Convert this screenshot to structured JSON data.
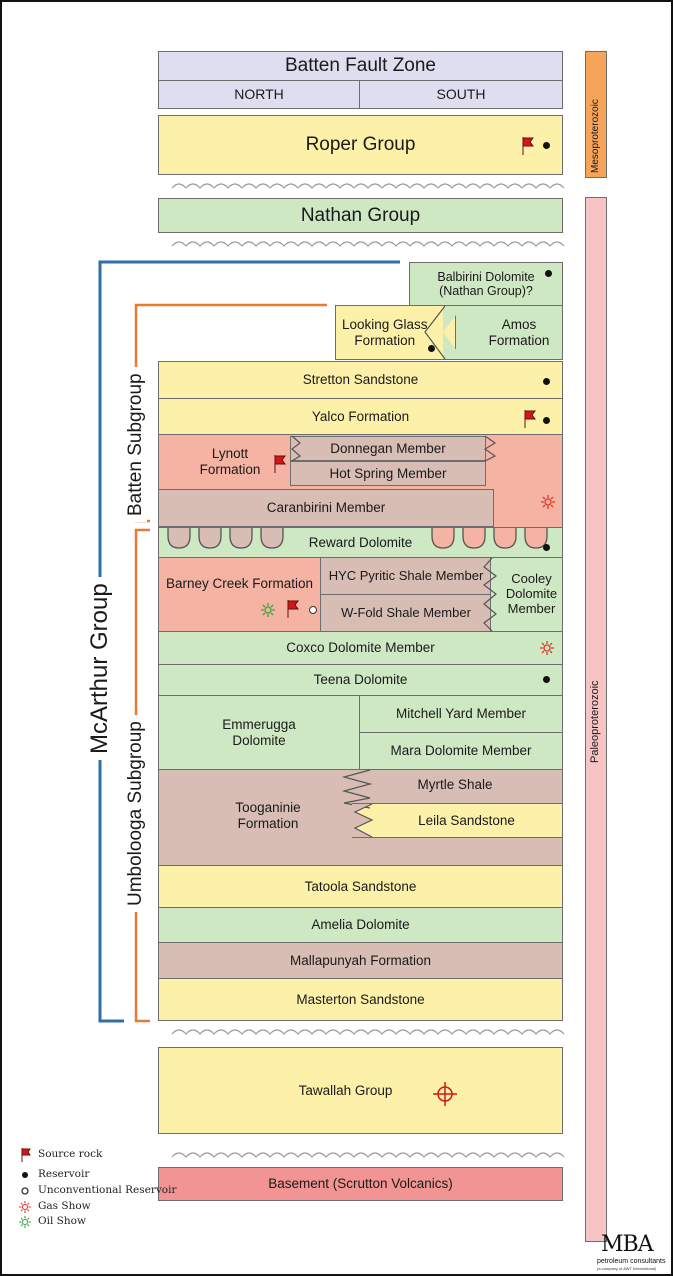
{
  "header": {
    "zone": "Batten Fault Zone",
    "north": "NORTH",
    "south": "SOUTH"
  },
  "eras": {
    "meso": "Mesoproterozoic",
    "paleo": "Paleoproterozoic"
  },
  "groups": {
    "mcarthur": "McArthur Group",
    "batten": "Batten Subgroup",
    "umbolooga": "Umbolooga Subgroup"
  },
  "units": {
    "roper": "Roper Group",
    "nathan": "Nathan Group",
    "balbirini": "Balbirini Dolomite\n(Nathan Group)?",
    "looking_glass": "Looking Glass\nFormation",
    "amos": "Amos\nFormation",
    "stretton": "Stretton Sandstone",
    "yalco": "Yalco Formation",
    "lynott": "Lynott\nFormation",
    "donnegan": "Donnegan Member",
    "hot_spring": "Hot Spring Member",
    "caranbirini": "Caranbirini Member",
    "reward": "Reward Dolomite",
    "barney": "Barney Creek Formation",
    "hyc": "HYC Pyritic Shale Member",
    "wfold": "W-Fold Shale Member",
    "cooley": "Cooley\nDolomite\nMember",
    "coxco": "Coxco Dolomite Member",
    "teena": "Teena Dolomite",
    "emmerugga": "Emmerugga\nDolomite",
    "mitchell": "Mitchell Yard Member",
    "mara": "Mara Dolomite Member",
    "tooganinie": "Tooganinie\nFormation",
    "myrtle": "Myrtle Shale",
    "leila": "Leila Sandstone",
    "tatoola": "Tatoola Sandstone",
    "amelia": "Amelia Dolomite",
    "mallapunyah": "Mallapunyah Formation",
    "masterton": "Masterton Sandstone",
    "tawallah": "Tawallah Group",
    "basement": "Basement (Scrutton Volcanics)"
  },
  "legend": {
    "source": "Source rock",
    "reservoir": "Reservoir",
    "unconventional": "Unconventional Reservoir",
    "gas": "Gas Show",
    "oil": "Oil Show"
  },
  "logo": {
    "text": "MBA",
    "tagline": "petroleum consultants",
    "sub": "(a company of AWT International)"
  },
  "colors": {
    "sandstone": "#fdf0a8",
    "dolomite": "#cfe8c4",
    "shale": "#d8bdb4",
    "red_formation": "#f4b3a3",
    "header": "#dedef0",
    "basement": "#f29494",
    "meso_bar": "#f5a45a",
    "paleo_bar": "#f7c4c4",
    "mcarthur_bracket": "#2f6fa8",
    "subgroup_bracket": "#e77a35",
    "source_flag": "#d01818",
    "gas_show": "#e03a2a",
    "oil_show": "#3aa33a"
  }
}
